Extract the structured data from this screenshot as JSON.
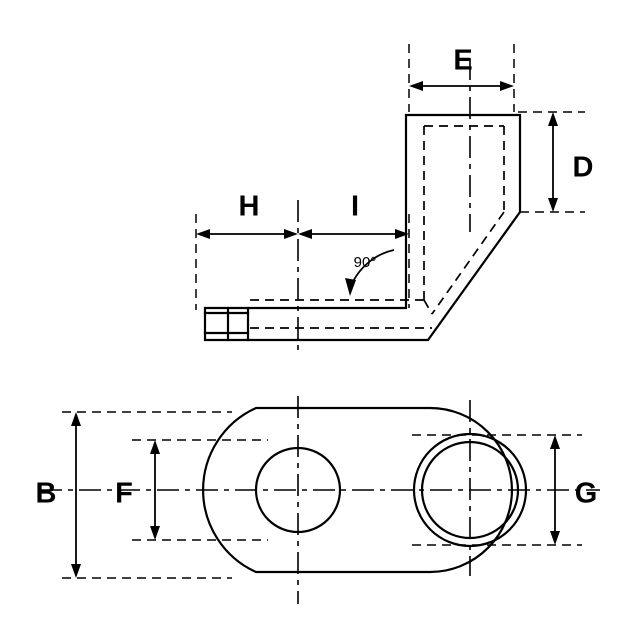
{
  "drawing": {
    "title": "Two-view engineering dimension drawing of an angled lug / clevis bracket",
    "background_color": "#ffffff",
    "line_color": "#000000",
    "views": [
      {
        "name": "side-elevation-view",
        "description": "Upper view: L-shaped bent arm, bent 90 degrees, with hidden-line bore shown in the vertical leg"
      },
      {
        "name": "plan-view",
        "description": "Lower view: plan outline with two bores, small bore at left and large bore with counterbore at right"
      }
    ],
    "dimension_labels": [
      {
        "id": "E",
        "text": "E",
        "view": "side-elevation-view",
        "orientation": "horizontal",
        "position": "top"
      },
      {
        "id": "D",
        "text": "D",
        "view": "side-elevation-view",
        "orientation": "vertical",
        "position": "right"
      },
      {
        "id": "H",
        "text": "H",
        "view": "side-elevation-view",
        "orientation": "horizontal",
        "position": "middle-left"
      },
      {
        "id": "I",
        "text": "I",
        "view": "side-elevation-view",
        "orientation": "horizontal",
        "position": "middle-center"
      },
      {
        "id": "B",
        "text": "B",
        "view": "plan-view",
        "orientation": "vertical",
        "position": "far-left"
      },
      {
        "id": "F",
        "text": "F",
        "view": "plan-view",
        "orientation": "vertical",
        "position": "left-inner"
      },
      {
        "id": "G",
        "text": "G",
        "view": "plan-view",
        "orientation": "vertical",
        "position": "far-right"
      }
    ],
    "angle_annotation": {
      "text": "90°",
      "view": "side-elevation-view",
      "description": "Interior bend angle callout with curved leader arrow"
    }
  }
}
